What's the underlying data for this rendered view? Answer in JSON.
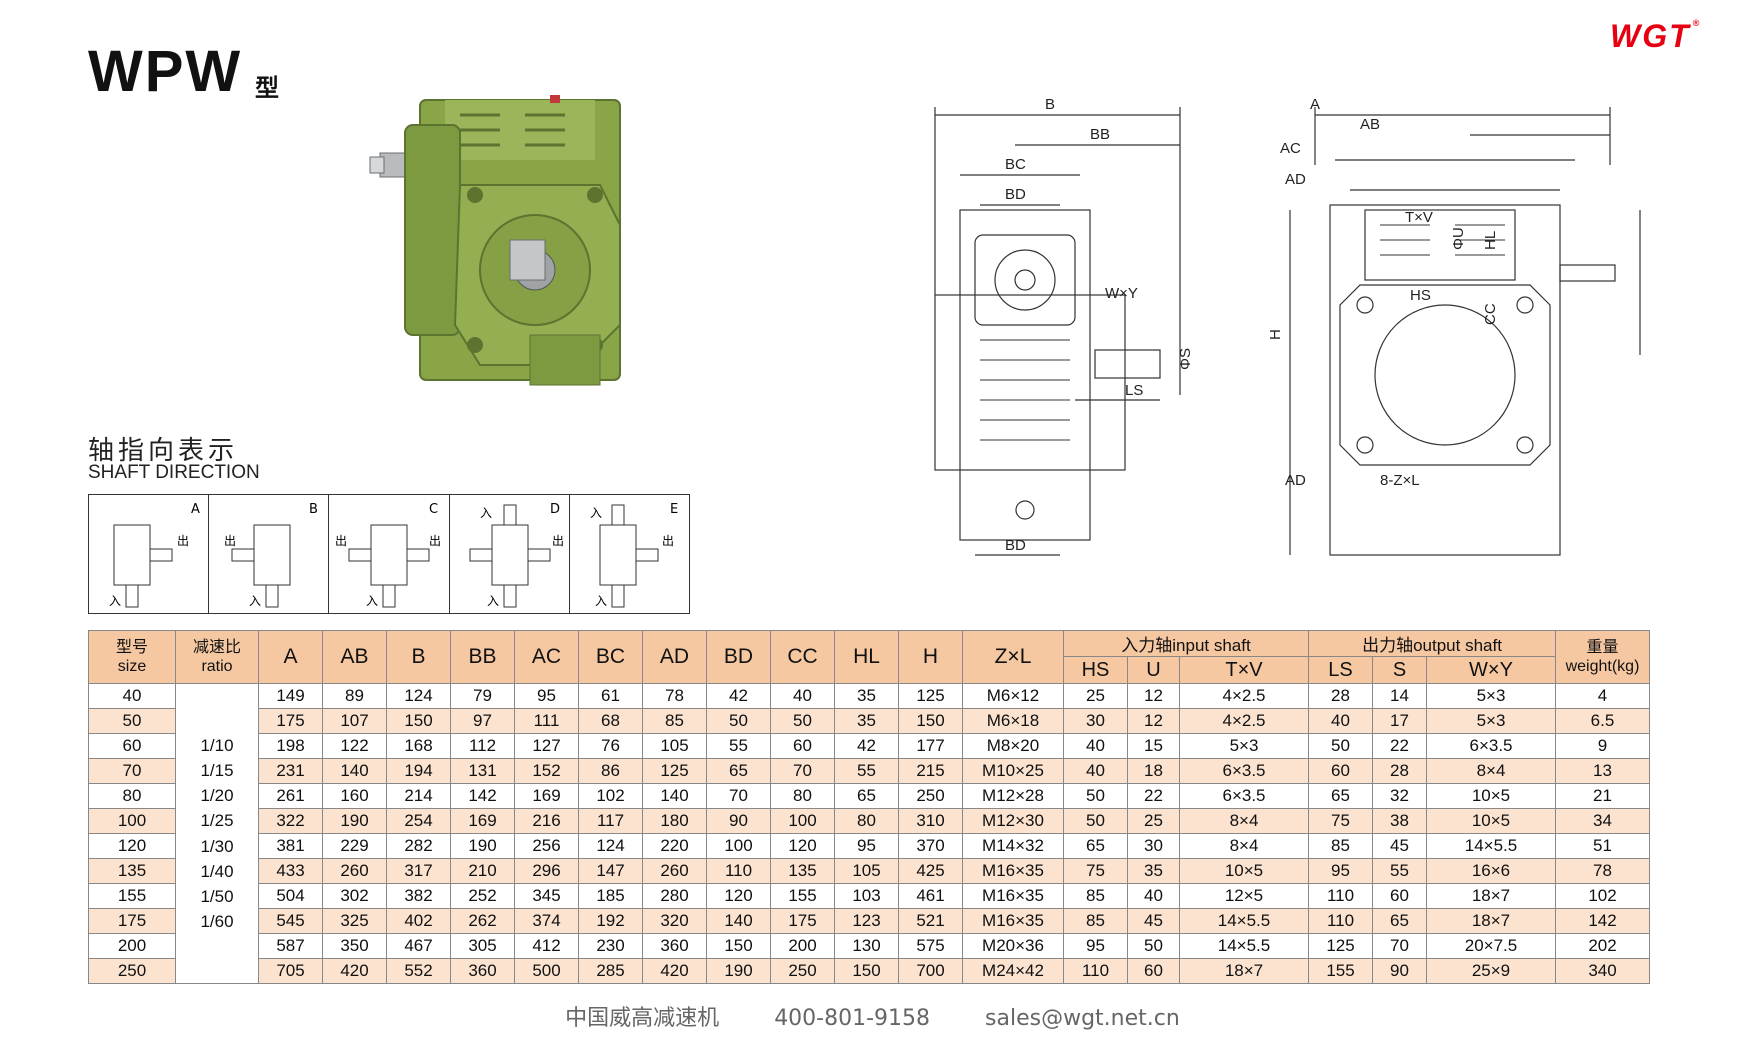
{
  "header": {
    "title": "WPW",
    "title_suffix": "型",
    "logo": "WGT"
  },
  "shaft_direction": {
    "title_cn": "轴指向表示",
    "title_en": "SHAFT DIRECTION",
    "input_label": "入",
    "output_label": "出",
    "types": [
      "A",
      "B",
      "C",
      "D",
      "E"
    ]
  },
  "drawings": {
    "front_labels": [
      "B",
      "BB",
      "BC",
      "BD",
      "W×Y",
      "ΦS",
      "LS",
      "BD"
    ],
    "side_labels": [
      "A",
      "AB",
      "AC",
      "AD",
      "T×V",
      "ΦU",
      "HL",
      "HS",
      "CC",
      "H",
      "AD",
      "8-Z×L"
    ]
  },
  "table": {
    "headers": {
      "size_cn": "型号",
      "size_en": "size",
      "ratio_cn": "减速比",
      "ratio_en": "ratio",
      "columns": [
        "A",
        "AB",
        "B",
        "BB",
        "AC",
        "BC",
        "AD",
        "BD",
        "CC",
        "HL",
        "H",
        "Z×L"
      ],
      "input_group": "入力轴input shaft",
      "input_cols": [
        "HS",
        "U",
        "T×V"
      ],
      "output_group": "出力轴output shaft",
      "output_cols": [
        "LS",
        "S",
        "W×Y"
      ],
      "weight_cn": "重量",
      "weight_en": "weight(kg)"
    },
    "ratios": [
      "1/10",
      "1/15",
      "1/20",
      "1/25",
      "1/30",
      "1/40",
      "1/50",
      "1/60"
    ],
    "rows": [
      [
        "40",
        "149",
        "89",
        "124",
        "79",
        "95",
        "61",
        "78",
        "42",
        "40",
        "35",
        "125",
        "M6×12",
        "25",
        "12",
        "4×2.5",
        "28",
        "14",
        "5×3",
        "4"
      ],
      [
        "50",
        "175",
        "107",
        "150",
        "97",
        "111",
        "68",
        "85",
        "50",
        "50",
        "35",
        "150",
        "M6×18",
        "30",
        "12",
        "4×2.5",
        "40",
        "17",
        "5×3",
        "6.5"
      ],
      [
        "60",
        "198",
        "122",
        "168",
        "112",
        "127",
        "76",
        "105",
        "55",
        "60",
        "42",
        "177",
        "M8×20",
        "40",
        "15",
        "5×3",
        "50",
        "22",
        "6×3.5",
        "9"
      ],
      [
        "70",
        "231",
        "140",
        "194",
        "131",
        "152",
        "86",
        "125",
        "65",
        "70",
        "55",
        "215",
        "M10×25",
        "40",
        "18",
        "6×3.5",
        "60",
        "28",
        "8×4",
        "13"
      ],
      [
        "80",
        "261",
        "160",
        "214",
        "142",
        "169",
        "102",
        "140",
        "70",
        "80",
        "65",
        "250",
        "M12×28",
        "50",
        "22",
        "6×3.5",
        "65",
        "32",
        "10×5",
        "21"
      ],
      [
        "100",
        "322",
        "190",
        "254",
        "169",
        "216",
        "117",
        "180",
        "90",
        "100",
        "80",
        "310",
        "M12×30",
        "50",
        "25",
        "8×4",
        "75",
        "38",
        "10×5",
        "34"
      ],
      [
        "120",
        "381",
        "229",
        "282",
        "190",
        "256",
        "124",
        "220",
        "100",
        "120",
        "95",
        "370",
        "M14×32",
        "65",
        "30",
        "8×4",
        "85",
        "45",
        "14×5.5",
        "51"
      ],
      [
        "135",
        "433",
        "260",
        "317",
        "210",
        "296",
        "147",
        "260",
        "110",
        "135",
        "105",
        "425",
        "M16×35",
        "75",
        "35",
        "10×5",
        "95",
        "55",
        "16×6",
        "78"
      ],
      [
        "155",
        "504",
        "302",
        "382",
        "252",
        "345",
        "185",
        "280",
        "120",
        "155",
        "103",
        "461",
        "M16×35",
        "85",
        "40",
        "12×5",
        "110",
        "60",
        "18×7",
        "102"
      ],
      [
        "175",
        "545",
        "325",
        "402",
        "262",
        "374",
        "192",
        "320",
        "140",
        "175",
        "123",
        "521",
        "M16×35",
        "85",
        "45",
        "14×5.5",
        "110",
        "65",
        "18×7",
        "142"
      ],
      [
        "200",
        "587",
        "350",
        "467",
        "305",
        "412",
        "230",
        "360",
        "150",
        "200",
        "130",
        "575",
        "M20×36",
        "95",
        "50",
        "14×5.5",
        "125",
        "70",
        "20×7.5",
        "202"
      ],
      [
        "250",
        "705",
        "420",
        "552",
        "360",
        "500",
        "285",
        "420",
        "190",
        "250",
        "150",
        "700",
        "M24×42",
        "110",
        "60",
        "18×7",
        "155",
        "90",
        "25×9",
        "340"
      ]
    ]
  },
  "footer": {
    "company": "中国威高减速机",
    "phone": "400-801-9158",
    "email": "sales@wgt.net.cn"
  },
  "colors": {
    "header_bg": "#f6c8a2",
    "stripe_bg": "#fbe3d0",
    "logo": "#e60012",
    "gearbox_green": "#8fa84a"
  }
}
